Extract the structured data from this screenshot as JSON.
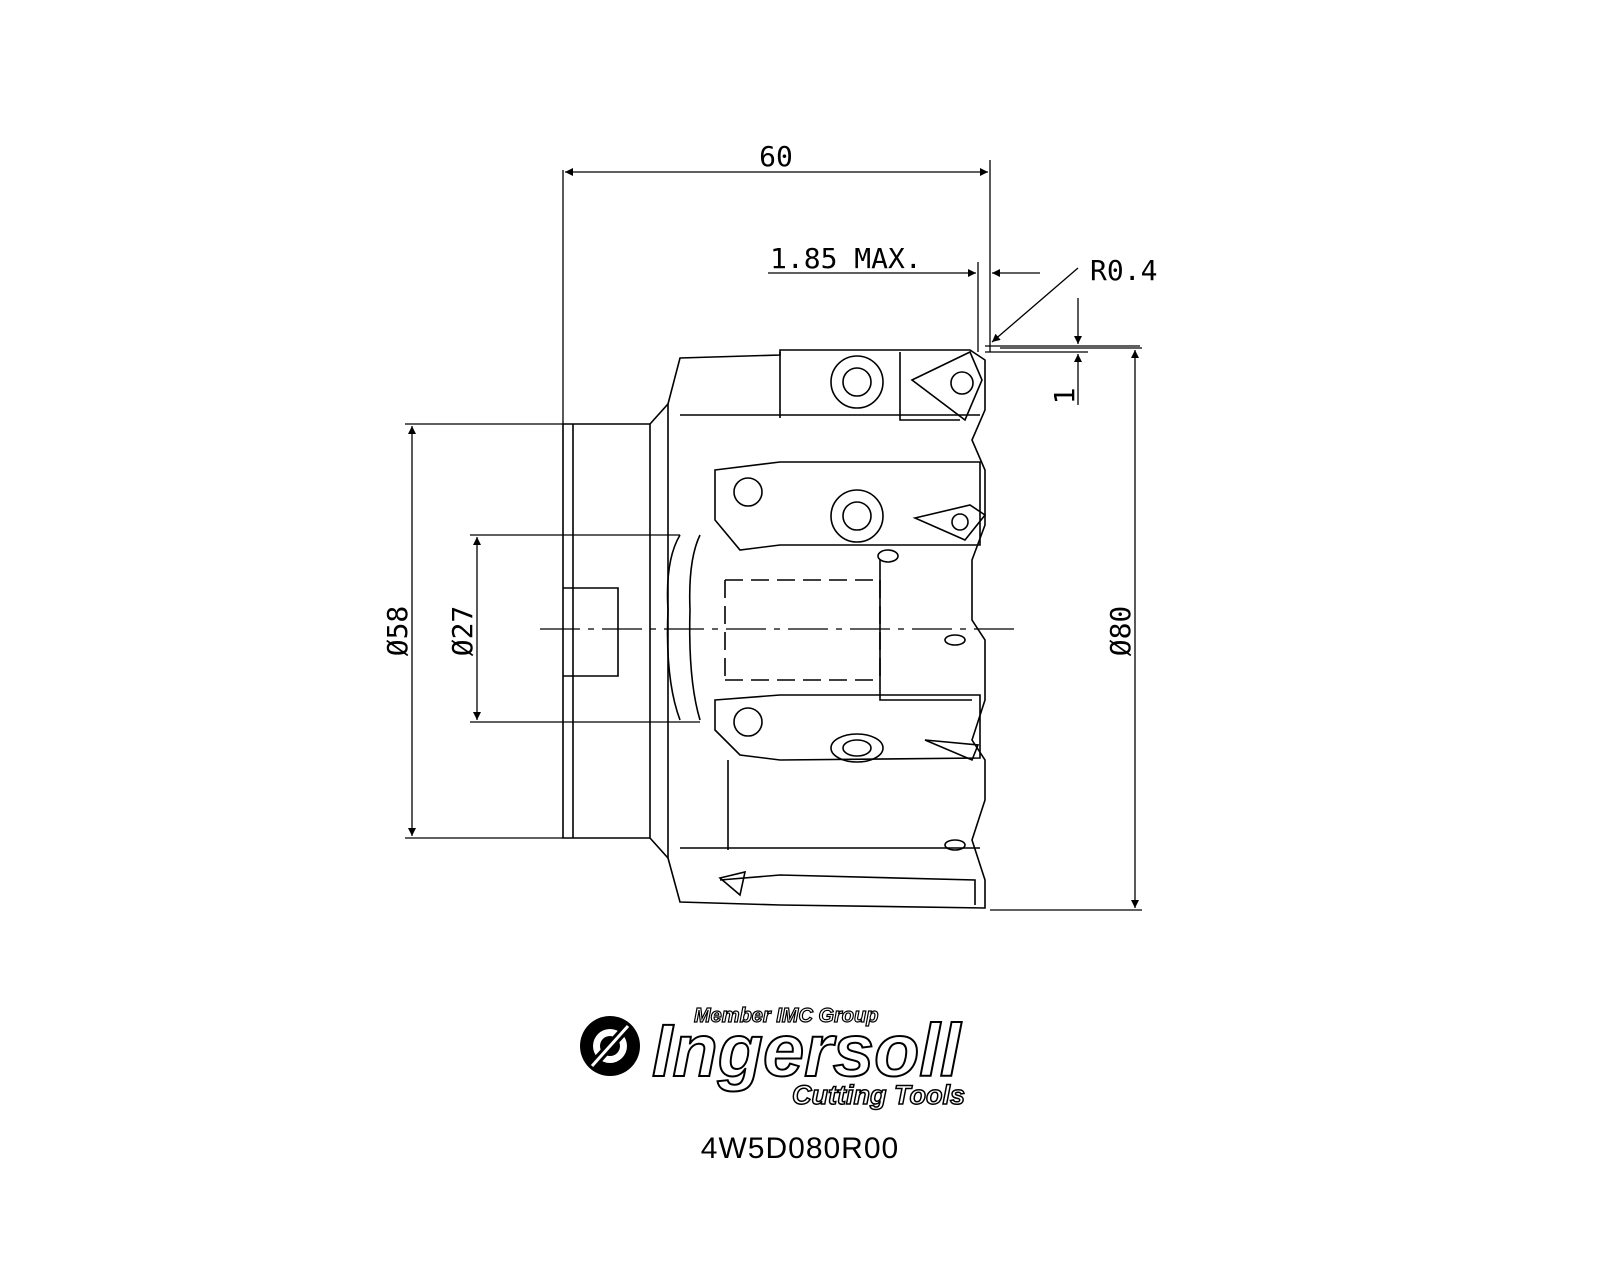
{
  "dimensions": {
    "length": "60",
    "max_depth": "1.85 MAX.",
    "corner_radius": "R0.4",
    "step": "1",
    "shank_dia": "Ø58",
    "bore_dia": "Ø27",
    "cutter_dia": "Ø80"
  },
  "logo": {
    "member": "Member IMC Group",
    "brand": "Ingersoll",
    "tagline": "Cutting Tools"
  },
  "part_number": "4W5D080R00"
}
